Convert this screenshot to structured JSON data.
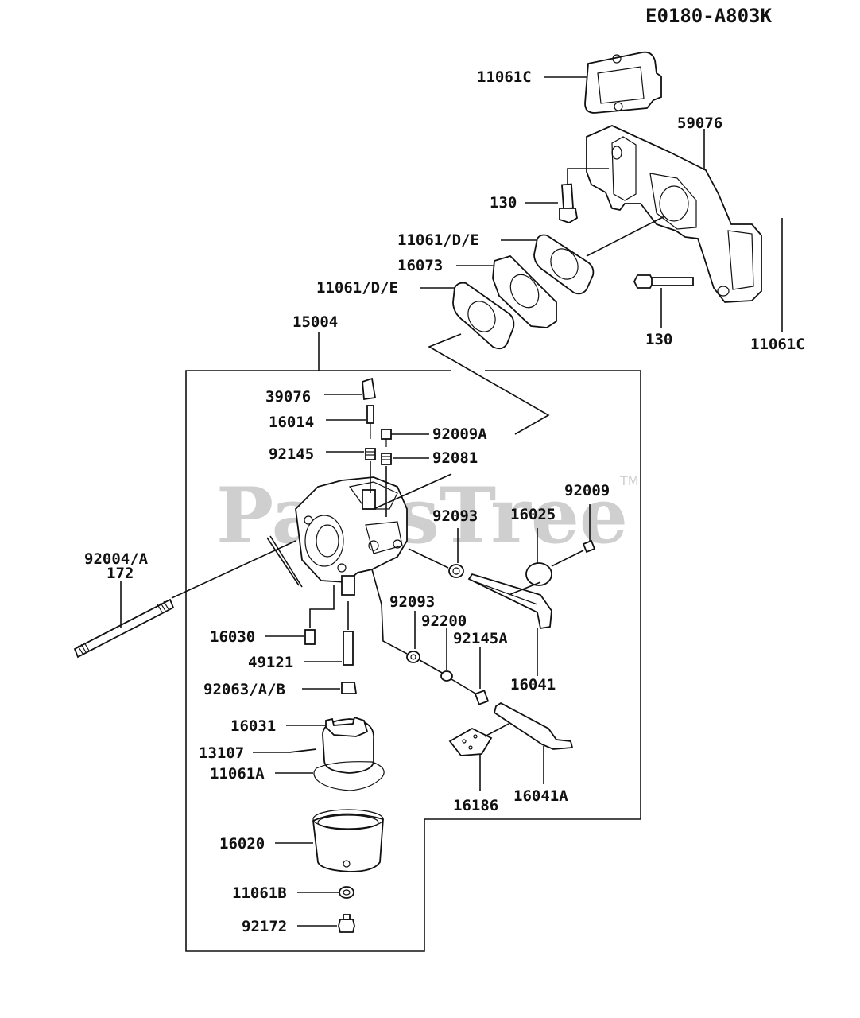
{
  "diagram_code": "E0180-A803K",
  "watermark": {
    "text": "PartsTree",
    "tm": "TM"
  },
  "parts": [
    {
      "id": "p-11061c-top",
      "label": "11061C"
    },
    {
      "id": "p-59076",
      "label": "59076"
    },
    {
      "id": "p-130-a",
      "label": "130"
    },
    {
      "id": "p-11061de-a",
      "label": "11061/D/E"
    },
    {
      "id": "p-16073",
      "label": "16073"
    },
    {
      "id": "p-11061de-b",
      "label": "11061/D/E"
    },
    {
      "id": "p-130-b",
      "label": "130"
    },
    {
      "id": "p-11061c-right",
      "label": "11061C"
    },
    {
      "id": "p-15004",
      "label": "15004"
    },
    {
      "id": "p-39076",
      "label": "39076"
    },
    {
      "id": "p-16014",
      "label": "16014"
    },
    {
      "id": "p-92009a",
      "label": "92009A"
    },
    {
      "id": "p-92145",
      "label": "92145"
    },
    {
      "id": "p-92081",
      "label": "92081"
    },
    {
      "id": "p-92009",
      "label": "92009"
    },
    {
      "id": "p-92093-a",
      "label": "92093"
    },
    {
      "id": "p-16025",
      "label": "16025"
    },
    {
      "id": "p-92004a",
      "label": "92004/A"
    },
    {
      "id": "p-172",
      "label": "172"
    },
    {
      "id": "p-92093-b",
      "label": "92093"
    },
    {
      "id": "p-92200",
      "label": "92200"
    },
    {
      "id": "p-92145a",
      "label": "92145A"
    },
    {
      "id": "p-16030",
      "label": "16030"
    },
    {
      "id": "p-49121",
      "label": "49121"
    },
    {
      "id": "p-16041",
      "label": "16041"
    },
    {
      "id": "p-92063ab",
      "label": "92063/A/B"
    },
    {
      "id": "p-16031",
      "label": "16031"
    },
    {
      "id": "p-13107",
      "label": "13107"
    },
    {
      "id": "p-11061a",
      "label": "11061A"
    },
    {
      "id": "p-16186",
      "label": "16186"
    },
    {
      "id": "p-16041a",
      "label": "16041A"
    },
    {
      "id": "p-16020",
      "label": "16020"
    },
    {
      "id": "p-11061b",
      "label": "11061B"
    },
    {
      "id": "p-92172",
      "label": "92172"
    }
  ]
}
